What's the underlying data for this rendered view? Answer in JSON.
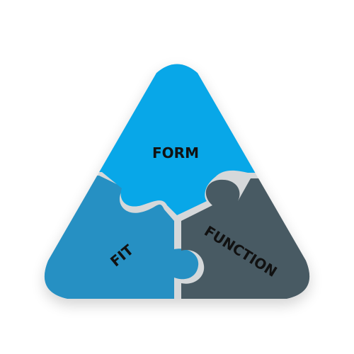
{
  "diagram": {
    "pieces": [
      {
        "label": "FORM",
        "color": "#08a7e8"
      },
      {
        "label": "FIT",
        "color": "#2690c3"
      },
      {
        "label": "FUNCTION",
        "color": "#485a63"
      }
    ],
    "seam_color": "#d5d8da",
    "background": "#ffffff"
  }
}
